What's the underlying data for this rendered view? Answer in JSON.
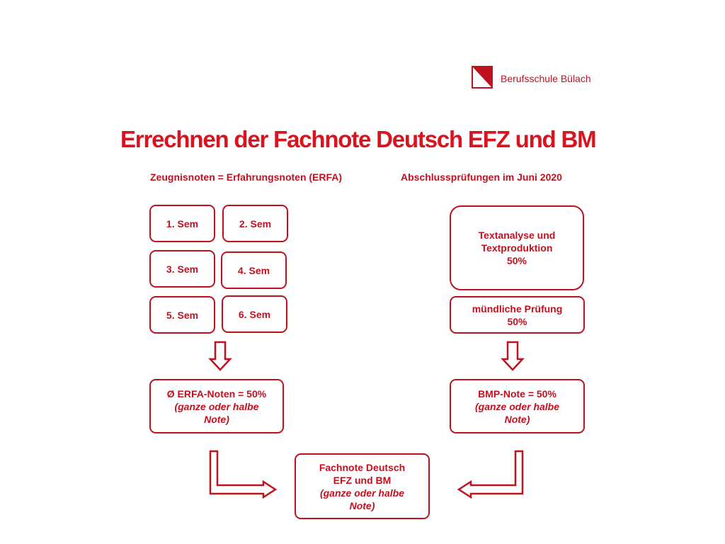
{
  "header": {
    "school_name": "Berufsschule Bülach",
    "logo_icon": "school-logo-icon"
  },
  "title": "Errechnen der Fachnote Deutsch EFZ und BM",
  "left": {
    "heading": "Zeugnisnoten = Erfahrungsnoten (ERFA)",
    "semesters": [
      "1. Sem",
      "2. Sem",
      "3. Sem",
      "4. Sem",
      "5. Sem",
      "6. Sem"
    ],
    "result": {
      "line1": "Ø ERFA-Noten = 50%",
      "line2": "(ganze oder halbe",
      "line3": "Note)"
    }
  },
  "right": {
    "heading": "Abschlussprüfungen im Juni 2020",
    "exam1": {
      "line1": "Textanalyse und",
      "line2": "Textproduktion",
      "line3": "50%"
    },
    "exam2": {
      "line1": "mündliche Prüfung",
      "line2": "50%"
    },
    "result": {
      "line1": "BMP-Note = 50%",
      "line2": "(ganze oder halbe",
      "line3": "Note)"
    }
  },
  "final": {
    "line1": "Fachnote Deutsch",
    "line2": "EFZ und BM",
    "line3": "(ganze oder halbe",
    "line4": "Note)"
  },
  "colors": {
    "accent": "#c0111f",
    "title": "#d9141f",
    "background": "#ffffff"
  }
}
